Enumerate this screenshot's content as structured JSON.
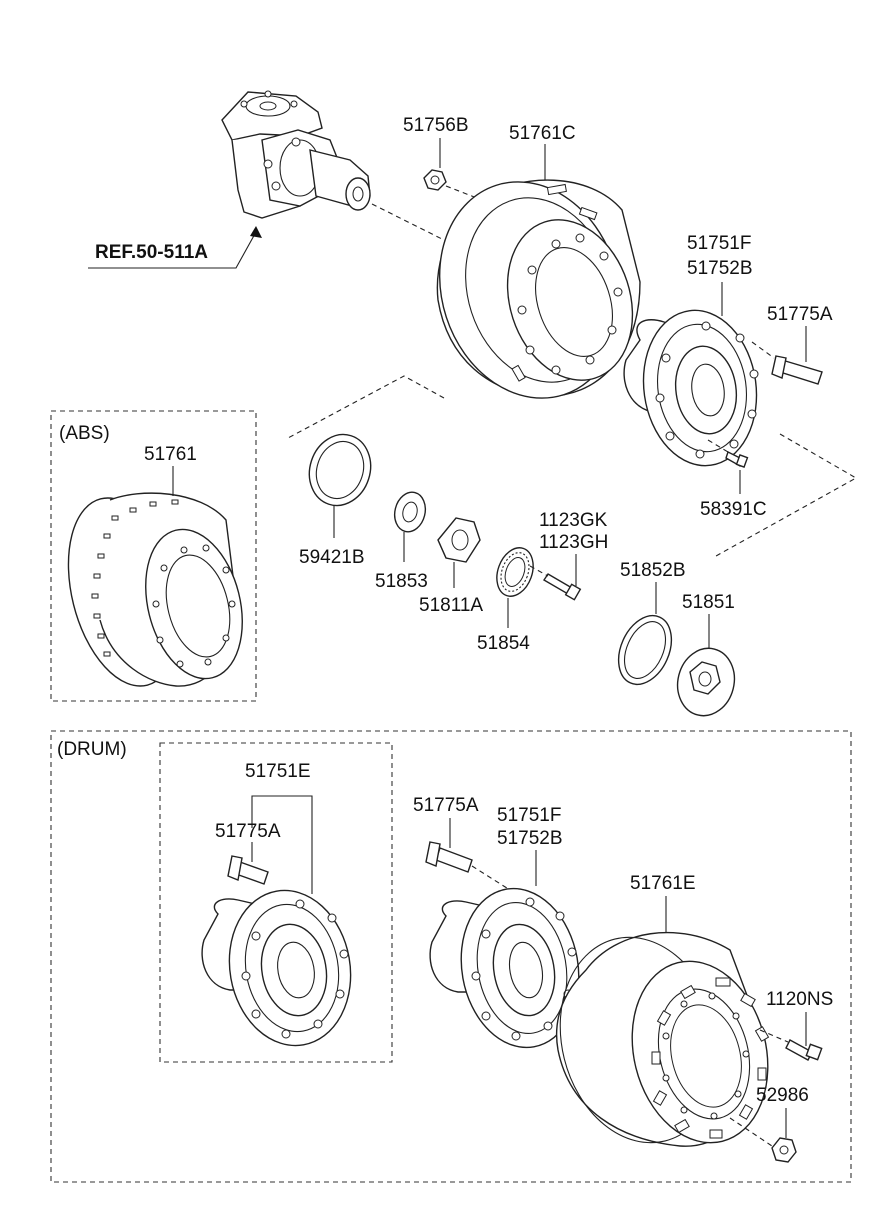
{
  "reference": {
    "text": "REF.50-511A"
  },
  "frames": {
    "abs": "(ABS)",
    "drum": "(DRUM)"
  },
  "labels": {
    "p51756B": "51756B",
    "p51761C": "51761C",
    "p51751F_top": "51751F",
    "p51752B_top": "51752B",
    "p51775A_top": "51775A",
    "p58391C": "58391C",
    "p51761": "51761",
    "p59421B": "59421B",
    "p51853": "51853",
    "p51811A": "51811A",
    "p1123GK": "1123GK",
    "p1123GH": "1123GH",
    "p51854": "51854",
    "p51852B": "51852B",
    "p51851": "51851",
    "p51751E": "51751E",
    "p51775A_inner": "51775A",
    "p51775A_drum": "51775A",
    "p51751F_drum": "51751F",
    "p51752B_drum": "51752B",
    "p51761E": "51761E",
    "p1120NS": "1120NS",
    "p52986": "52986"
  }
}
